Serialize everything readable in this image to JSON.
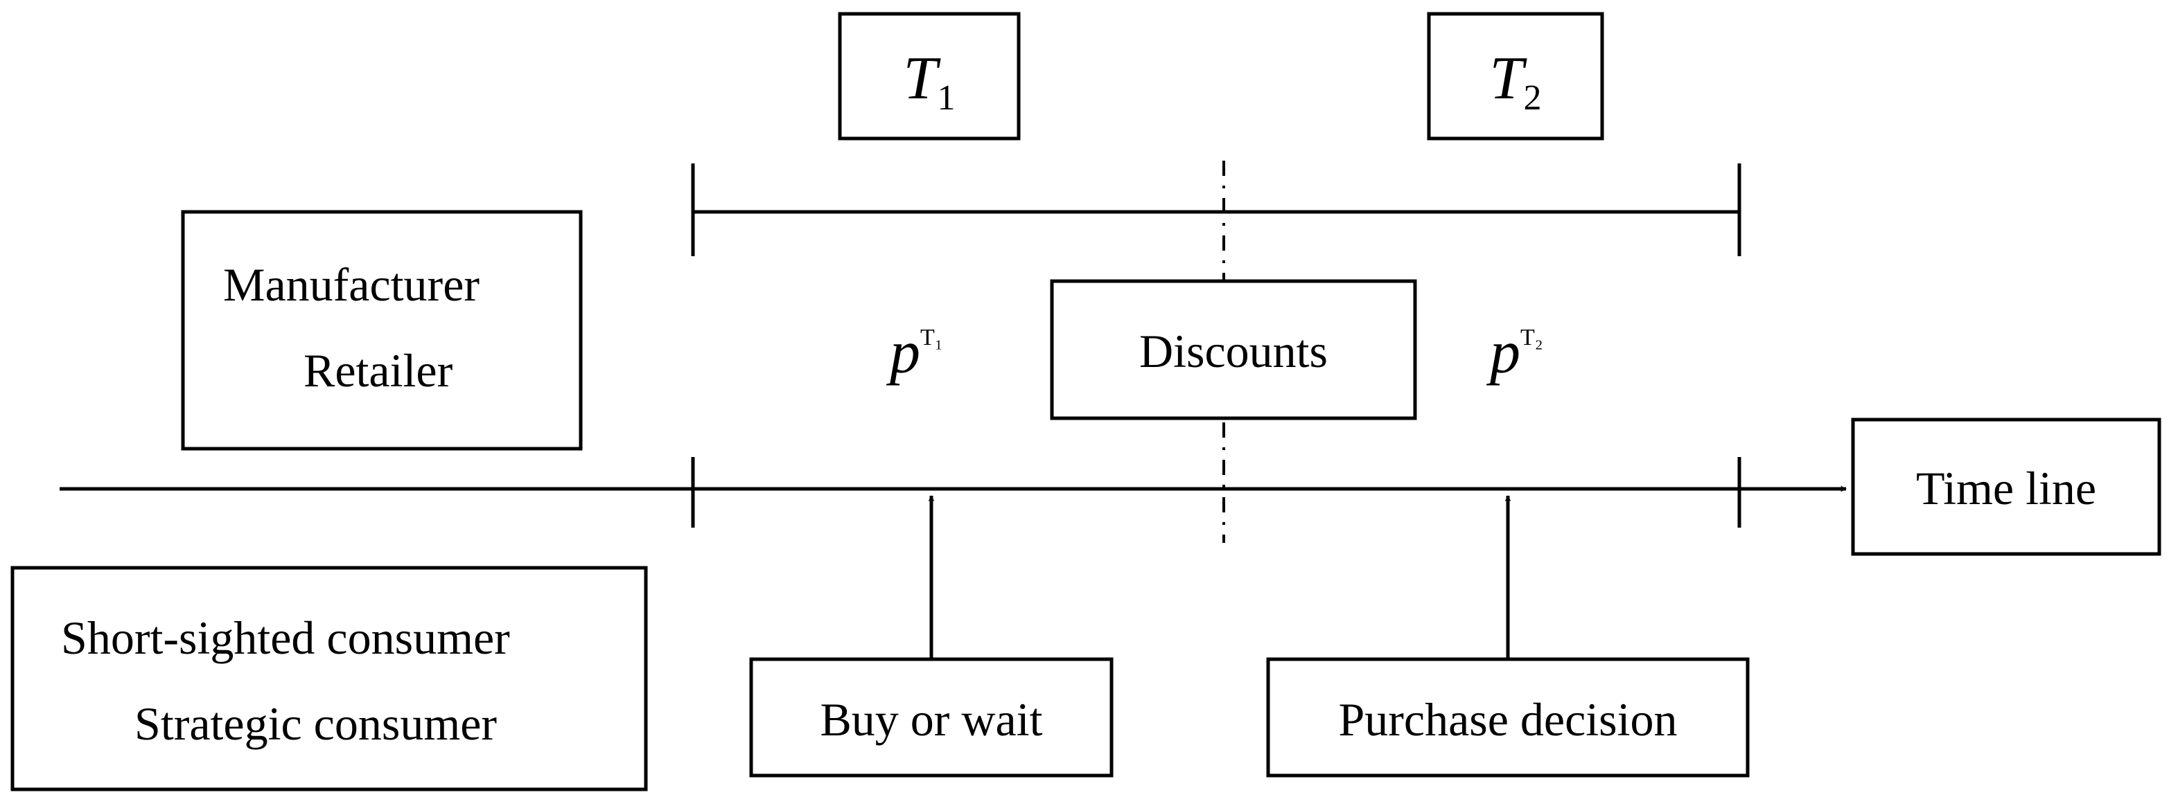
{
  "period_1": {
    "symbol": "T",
    "subscript": "1"
  },
  "period_2": {
    "symbol": "T",
    "subscript": "2"
  },
  "firms": {
    "line1": "Manufacturer",
    "line2": "Retailer"
  },
  "consumers": {
    "line1": "Short-sighted consumer",
    "line2": "Strategic consumer"
  },
  "price_1": {
    "symbol": "p",
    "superscript": "T₁"
  },
  "price_2": {
    "symbol": "p",
    "superscript": "T₂"
  },
  "discounts_label": "Discounts",
  "timeline_label": "Time line",
  "buy_or_wait_label": "Buy or wait",
  "purchase_decision_label": "Purchase decision"
}
